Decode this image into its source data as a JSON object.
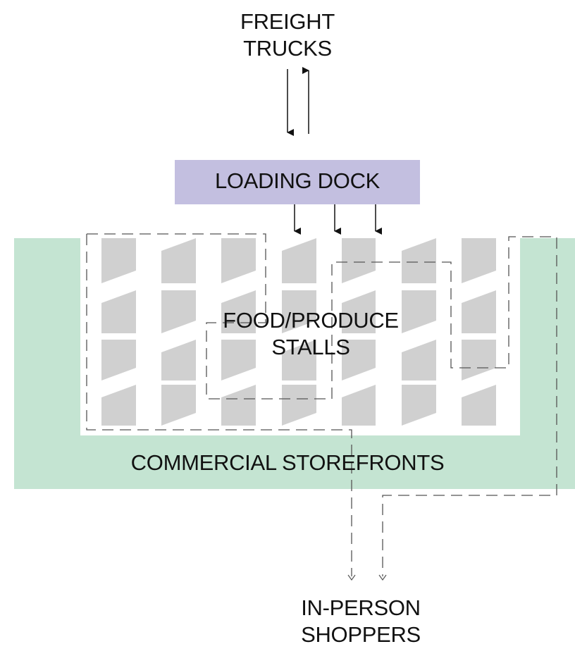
{
  "diagram": {
    "freight": {
      "line1": "FREIGHT",
      "line2": "TRUCKS"
    },
    "loading_dock": {
      "label": "LOADING DOCK",
      "color": "#c3bfe0"
    },
    "stalls": {
      "line1": "FOOD/PRODUCE",
      "line2": "STALLS",
      "stall_color": "#d0d0d0"
    },
    "commercial": {
      "label": "COMMERCIAL STOREFRONTS",
      "color": "#c4e4d2"
    },
    "shoppers": {
      "line1": "IN-PERSON",
      "line2": "SHOPPERS"
    },
    "path_color": "#555555"
  }
}
